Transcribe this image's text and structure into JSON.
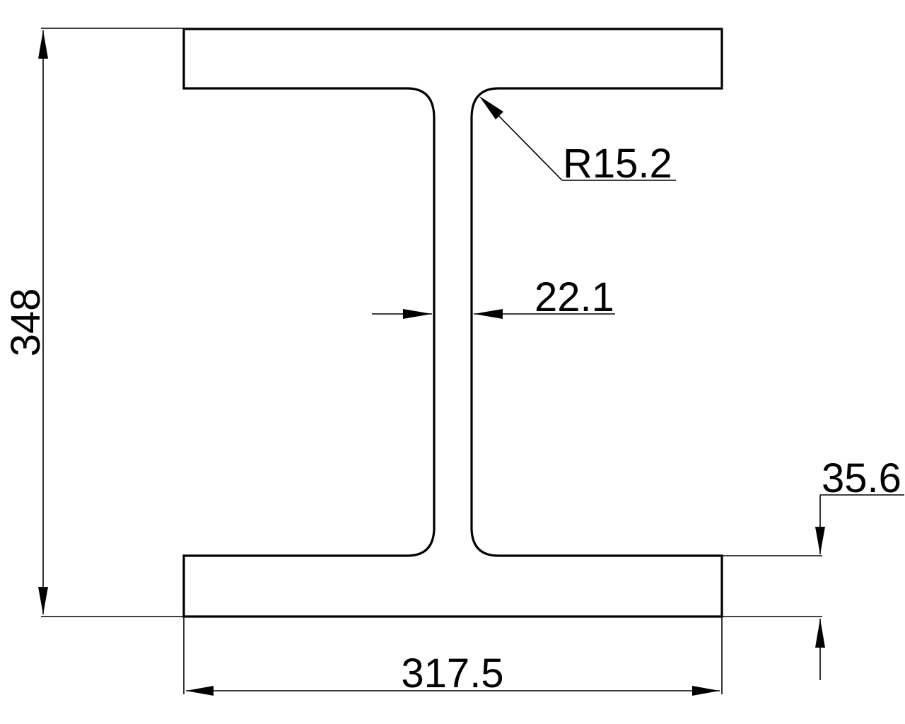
{
  "drawing": {
    "title": "I-beam cross-section",
    "type": "engineering dimension drawing",
    "colors": {
      "line": "#000000",
      "background": "#ffffff"
    },
    "dimensions": {
      "overall_height": {
        "label": "348",
        "value": 348,
        "orientation": "vertical"
      },
      "flange_width": {
        "label": "317.5",
        "value": 317.5,
        "orientation": "horizontal"
      },
      "web_thickness": {
        "label": "22.1",
        "value": 22.1,
        "orientation": "horizontal"
      },
      "flange_thickness": {
        "label": "35.6",
        "value": 35.6,
        "orientation": "vertical"
      },
      "root_radius": {
        "label": "R15.2",
        "value": 15.2,
        "type": "radius"
      }
    }
  }
}
